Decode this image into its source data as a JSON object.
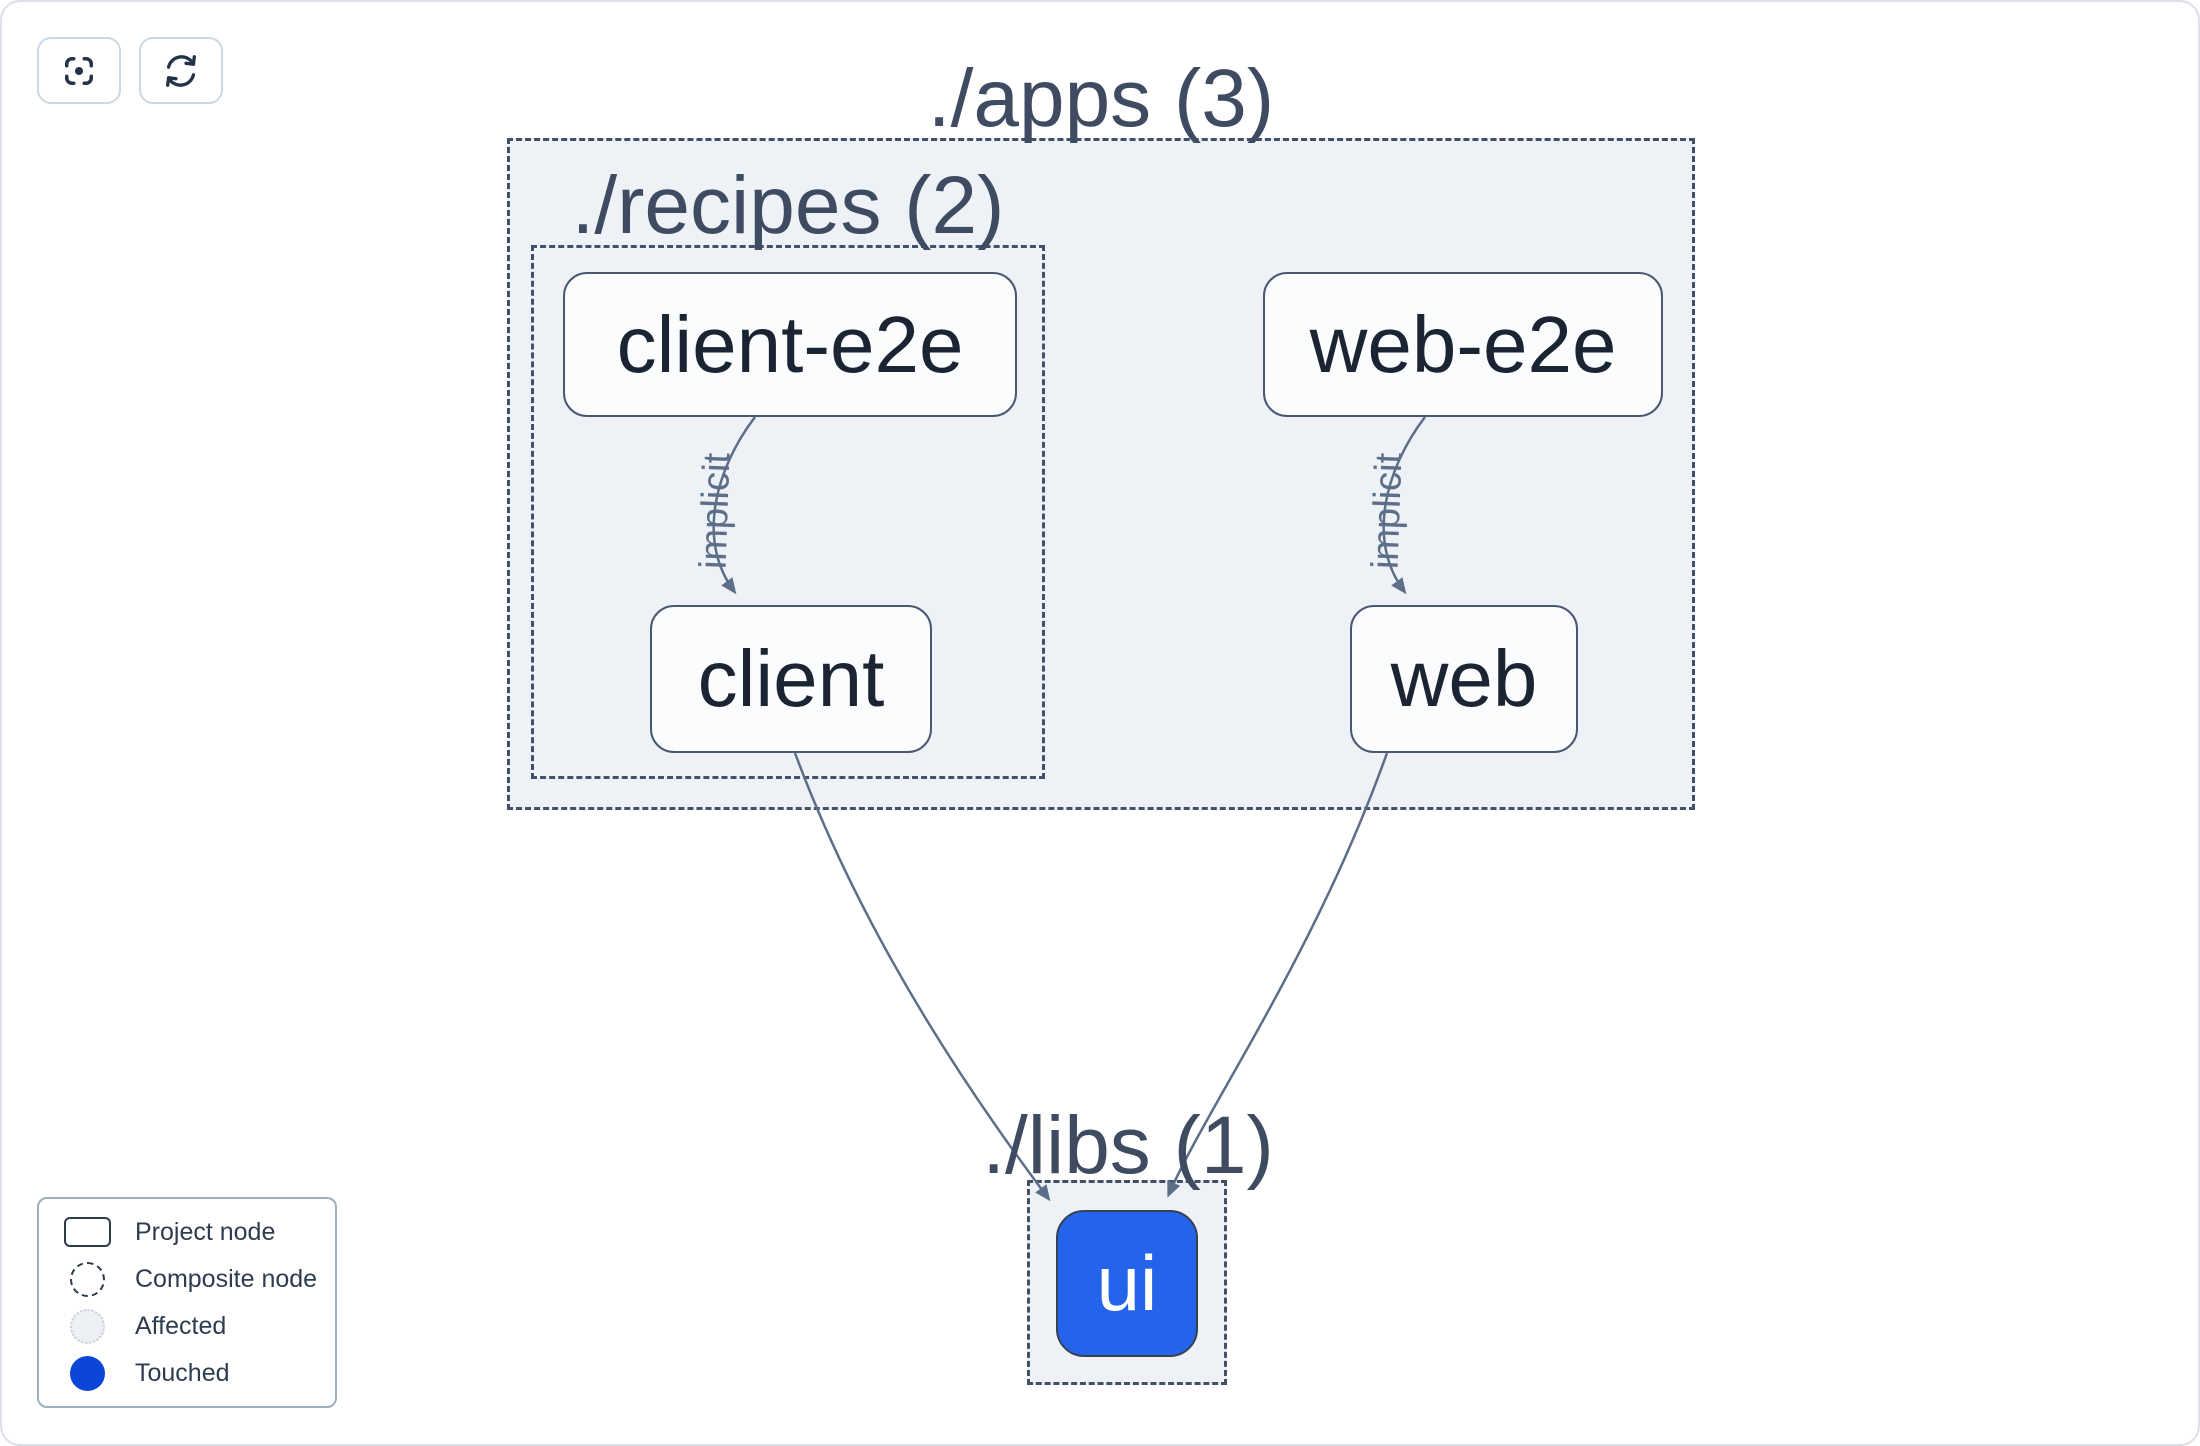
{
  "toolbar": {
    "focus_button": {
      "icon": "focus-icon"
    },
    "refresh_button": {
      "icon": "refresh-icon"
    }
  },
  "graph": {
    "groups": [
      {
        "id": "apps",
        "title": "./apps (3)"
      },
      {
        "id": "recipes",
        "title": "./recipes (2)"
      },
      {
        "id": "libs",
        "title": "./libs (1)"
      }
    ],
    "nodes": [
      {
        "id": "client-e2e",
        "label": "client-e2e",
        "type": "project"
      },
      {
        "id": "web-e2e",
        "label": "web-e2e",
        "type": "project"
      },
      {
        "id": "client",
        "label": "client",
        "type": "project"
      },
      {
        "id": "web",
        "label": "web",
        "type": "project"
      },
      {
        "id": "ui",
        "label": "ui",
        "type": "touched"
      }
    ],
    "edges": [
      {
        "from": "client-e2e",
        "to": "client",
        "label": "implicit"
      },
      {
        "from": "web-e2e",
        "to": "web",
        "label": "implicit"
      },
      {
        "from": "client",
        "to": "ui",
        "label": ""
      },
      {
        "from": "web",
        "to": "ui",
        "label": ""
      }
    ]
  },
  "legend": {
    "items": [
      {
        "label": "Project node",
        "swatch": "project"
      },
      {
        "label": "Composite node",
        "swatch": "composite"
      },
      {
        "label": "Affected",
        "swatch": "affected"
      },
      {
        "label": "Touched",
        "swatch": "touched"
      }
    ]
  },
  "colors": {
    "touched_blue": "#0c46d9",
    "ui_node_blue": "#2364ea",
    "edge_gray": "#5d6e89",
    "container_fill": "#eef1f6",
    "container_border": "#43506a"
  }
}
